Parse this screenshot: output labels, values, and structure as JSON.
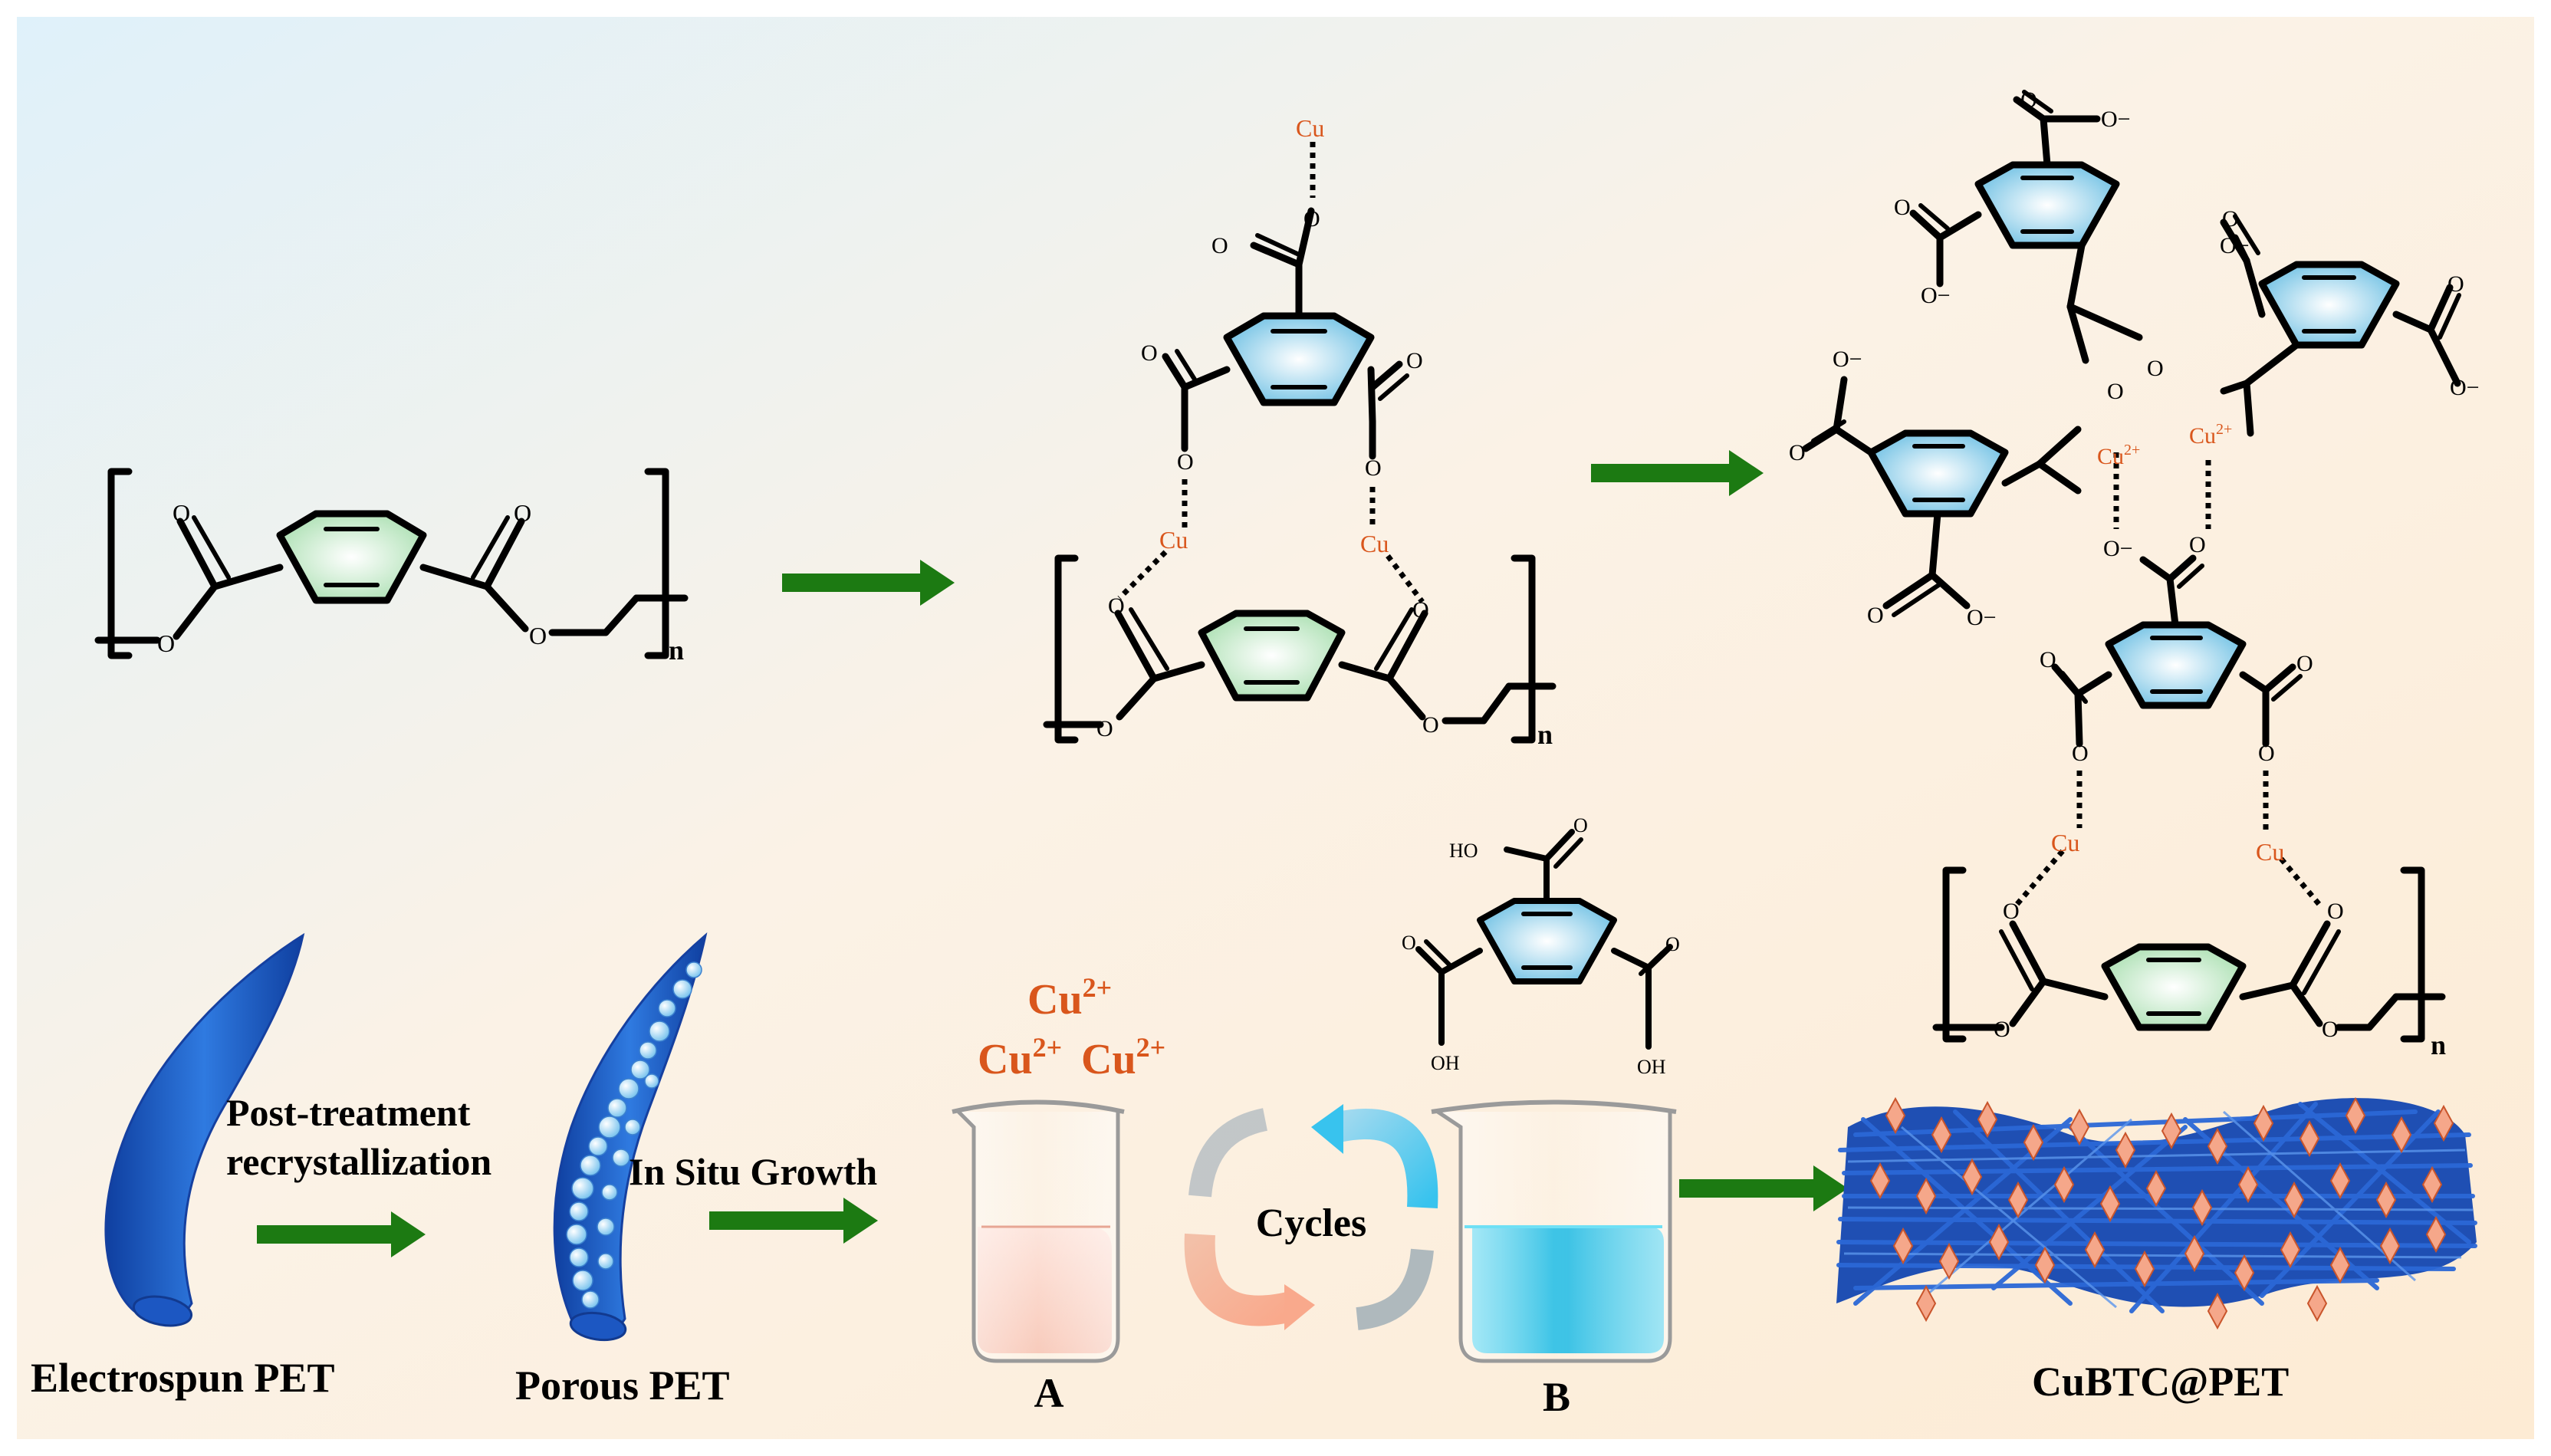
{
  "atoms": {
    "o": "O",
    "o_minus": "O−",
    "oh": "OH",
    "ho": "HO",
    "n": "n",
    "cu": "Cu",
    "cu2": "Cu2+"
  },
  "process": {
    "step1_line1": "Post-treatment",
    "step1_line2": "recrystallization",
    "step2": "In Situ Growth",
    "cycles": "Cycles",
    "ions": "Cu2+ Cu2+ Cu2+",
    "beaker_a": "A",
    "beaker_b": "B"
  },
  "labels": {
    "electrospun": "Electrospun  PET",
    "porous": "Porous PET",
    "product": "CuBTC@PET"
  },
  "colors": {
    "arrow": "#1c7a12",
    "copper": "#d9561c",
    "benzene_pet": "#c9ebc9",
    "benzene_btc": "#9fd3ea",
    "fiber": "#1f58c0",
    "solution_a": "#f9cfc0",
    "solution_b": "#18c1e6"
  }
}
